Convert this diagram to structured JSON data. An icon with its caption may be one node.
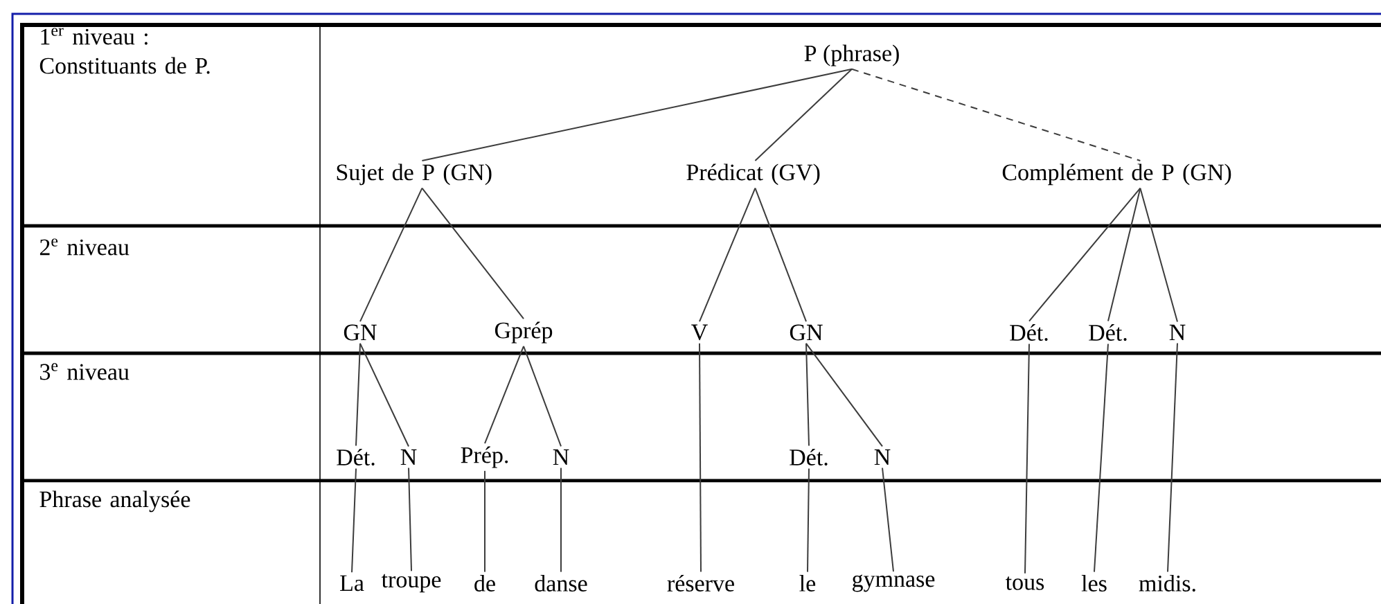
{
  "diagram": {
    "nodes": [
      {
        "text": [
          "P (phrase)"
        ]
      },
      {
        "text": [
          "Sujet de P (GN)"
        ]
      },
      {
        "text": [
          "Prédicat (GV)"
        ]
      },
      {
        "text": [
          "Complément de P (GN)"
        ]
      },
      {
        "text": [
          "GN"
        ]
      },
      {
        "text": [
          "Gprép"
        ]
      },
      {
        "text": [
          "V"
        ]
      },
      {
        "text": [
          "GN"
        ]
      },
      {
        "text": [
          "Dét."
        ]
      },
      {
        "text": [
          "Dét."
        ]
      },
      {
        "text": [
          "N"
        ]
      },
      {
        "text": [
          "Dét."
        ]
      },
      {
        "text": [
          "N"
        ]
      },
      {
        "text": [
          "Prép."
        ]
      },
      {
        "text": [
          "N"
        ]
      },
      {
        "text": [
          "Dét."
        ]
      },
      {
        "text": [
          "N"
        ]
      },
      {
        "text": [
          "La"
        ]
      },
      {
        "text": [
          "troupe"
        ]
      },
      {
        "text": [
          "de"
        ]
      },
      {
        "text": [
          "danse"
        ]
      },
      {
        "text": [
          "réserve"
        ]
      },
      {
        "text": [
          "le"
        ]
      },
      {
        "text": [
          "gymnase"
        ]
      },
      {
        "text": [
          "tous"
        ]
      },
      {
        "text": [
          "les"
        ]
      },
      {
        "text": [
          "midis."
        ]
      }
    ],
    "edges": [
      {
        "from": 0,
        "to": 1,
        "arrow": "none"
      },
      {
        "from": 0,
        "to": 2,
        "arrow": "none"
      },
      {
        "from": 0,
        "to": 3,
        "arrow": "none",
        "style": "dashed"
      },
      {
        "from": 1,
        "to": 4,
        "arrow": "none"
      },
      {
        "from": 1,
        "to": 5,
        "arrow": "none"
      },
      {
        "from": 2,
        "to": 6,
        "arrow": "none"
      },
      {
        "from": 2,
        "to": 7,
        "arrow": "none"
      },
      {
        "from": 3,
        "to": 8,
        "arrow": "none"
      },
      {
        "from": 3,
        "to": 9,
        "arrow": "none"
      },
      {
        "from": 3,
        "to": 10,
        "arrow": "none"
      },
      {
        "from": 4,
        "to": 11,
        "arrow": "none"
      },
      {
        "from": 4,
        "to": 12,
        "arrow": "none"
      },
      {
        "from": 5,
        "to": 13,
        "arrow": "none"
      },
      {
        "from": 5,
        "to": 14,
        "arrow": "none"
      },
      {
        "from": 7,
        "to": 15,
        "arrow": "none"
      },
      {
        "from": 7,
        "to": 16,
        "arrow": "none"
      },
      {
        "from": 11,
        "to": 17,
        "arrow": "none"
      },
      {
        "from": 12,
        "to": 18,
        "arrow": "none"
      },
      {
        "from": 13,
        "to": 19,
        "arrow": "none"
      },
      {
        "from": 14,
        "to": 20,
        "arrow": "none"
      },
      {
        "from": 6,
        "to": 21,
        "arrow": "none"
      },
      {
        "from": 15,
        "to": 22,
        "arrow": "none"
      },
      {
        "from": 16,
        "to": 23,
        "arrow": "none"
      },
      {
        "from": 8,
        "to": 24,
        "arrow": "none"
      },
      {
        "from": 9,
        "to": 25,
        "arrow": "none"
      },
      {
        "from": 10,
        "to": 26,
        "arrow": "none"
      }
    ],
    "labels": [
      "1$^{er}$ niveau : Constituants de P.",
      "2$^{e}$ niveau",
      "3$^{e}$ niveau",
      "Phrase analysée"
    ]
  }
}
